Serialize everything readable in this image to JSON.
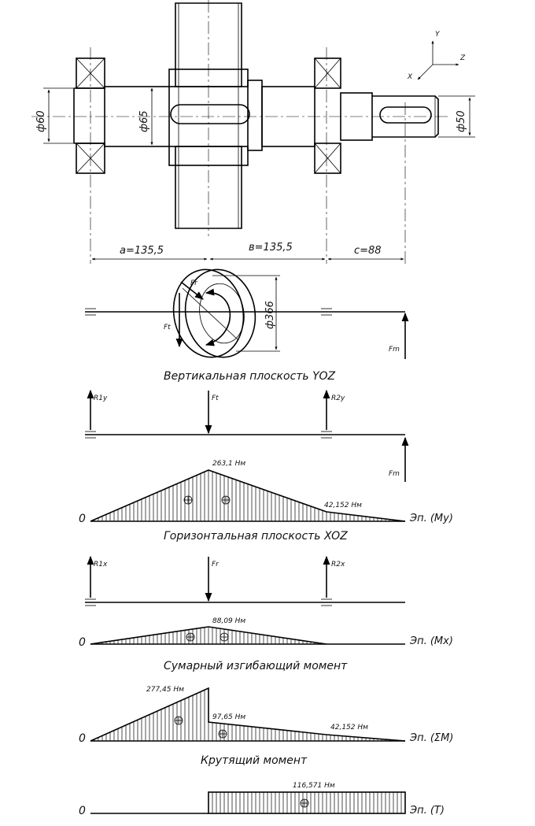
{
  "dimensions": {
    "d_left": "ф60",
    "d_gear_seat": "ф65",
    "d_right": "ф50",
    "span_a": "a=135,5",
    "span_b": "в=135,5",
    "span_c": "c=88",
    "gear_diameter": "ф366"
  },
  "axes_icon": {
    "y": "Y",
    "z": "Z",
    "x": "X"
  },
  "forces": {
    "Fr": "Fr",
    "Ft": "Ft",
    "Fm": "Fm",
    "R1y": "R1y",
    "R2y": "R2y",
    "R1x": "R1x",
    "R2x": "R2x"
  },
  "sections": {
    "vertical_title": "Вертикальная плоскость YOZ",
    "horizontal_title": "Горизонтальная плоскость XOZ",
    "total_title": "Сумарный изгибающий момент",
    "torque_title": "Крутящий момент"
  },
  "diagrams": {
    "zero_label": "0",
    "my_label": "Эп. (My)",
    "my_peak": "263,1 Нм",
    "my_right": "42,152 Нм",
    "mx_label": "Эп. (Mx)",
    "mx_peak": "88,09 Нм",
    "sum_label": "Эп. (ΣM)",
    "sum_peak": "277,45 Нм",
    "sum_mid": "97,65 Нм",
    "sum_right": "42,152 Нм",
    "t_label": "Эп. (T)",
    "t_value": "116,571 Нм"
  },
  "chart_data": {
    "type": "area",
    "title": "",
    "x_stations": [
      "R1",
      "Gear",
      "R2",
      "Coupling"
    ],
    "x_mm": [
      0,
      135.5,
      271,
      359
    ],
    "series": [
      {
        "name": "My",
        "values": [
          0,
          263.1,
          42.152,
          0
        ]
      },
      {
        "name": "Mx",
        "values": [
          0,
          88.09,
          0,
          0
        ]
      },
      {
        "name": "ΣM",
        "values_left": [
          0,
          277.45,
          42.152,
          0
        ],
        "values_right": [
          0,
          97.65,
          42.152,
          0
        ]
      },
      {
        "name": "T",
        "values": [
          0,
          116.571,
          116.571,
          116.571
        ]
      }
    ]
  }
}
